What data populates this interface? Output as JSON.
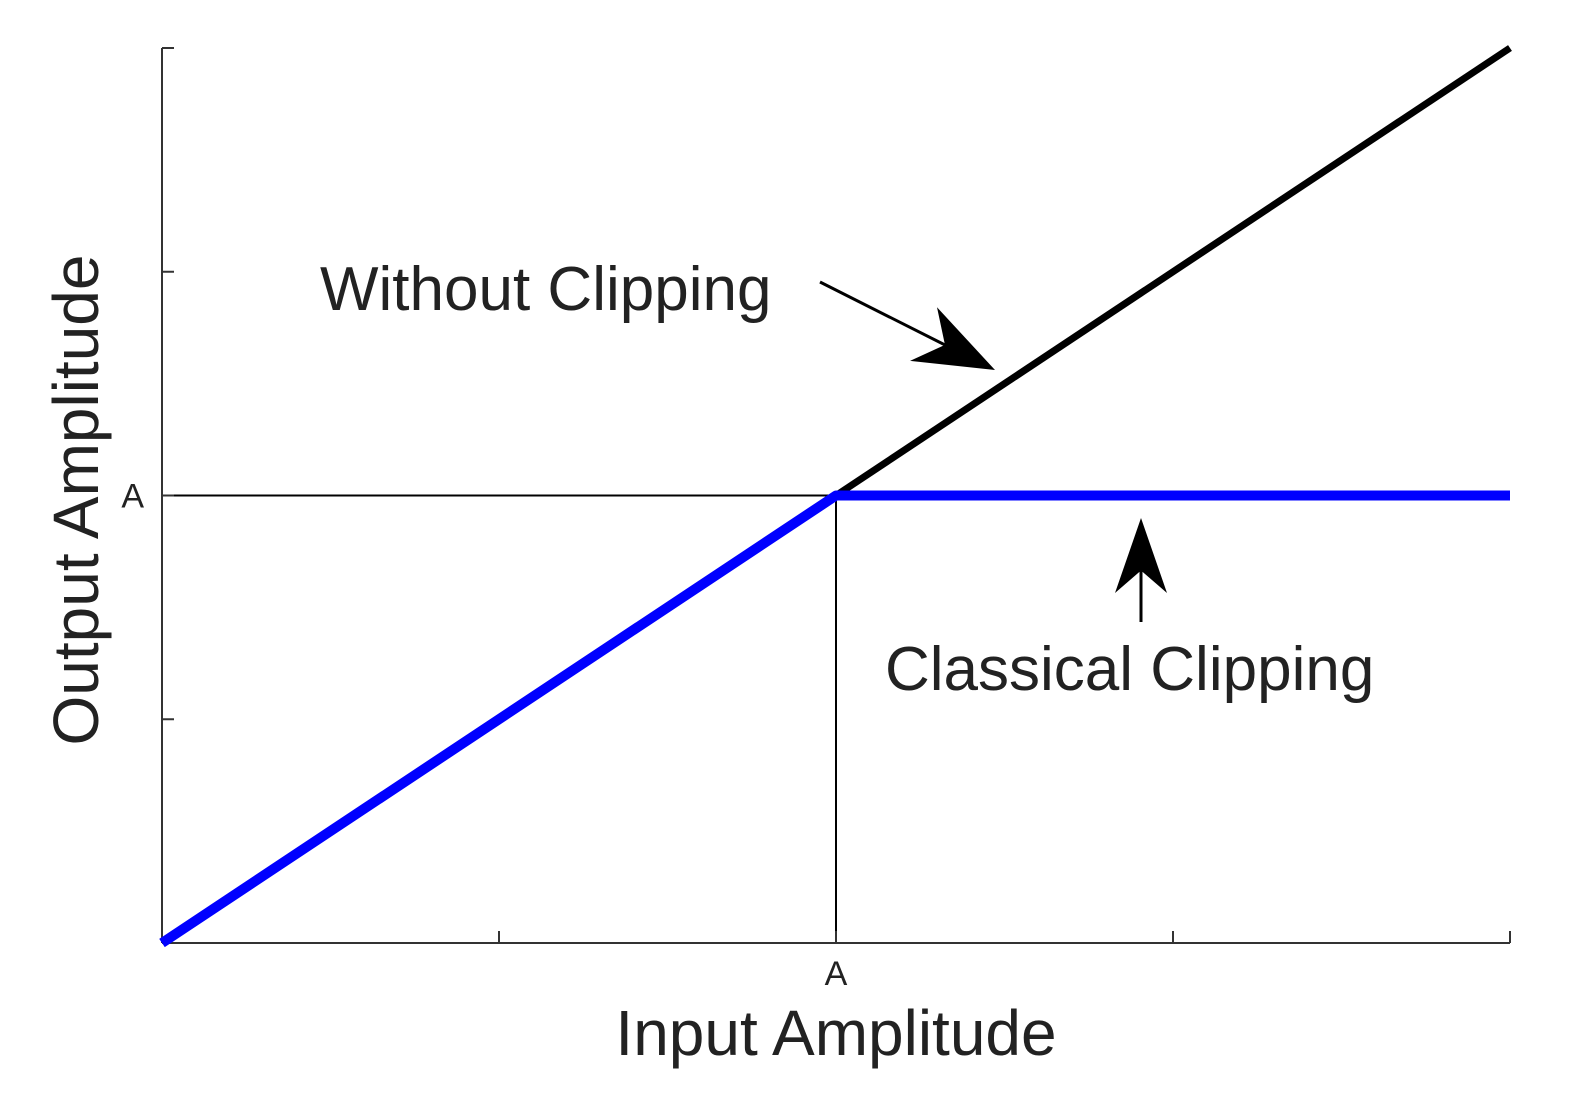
{
  "chart_data": {
    "type": "line",
    "xlabel": "Input Amplitude",
    "ylabel": "Output Amplitude",
    "x_ticks": [
      0,
      1,
      2,
      3,
      4
    ],
    "y_ticks": [
      0,
      1,
      2,
      3,
      4
    ],
    "x_tick_labels": [
      "",
      "",
      "A",
      "",
      ""
    ],
    "y_tick_labels": [
      "",
      "",
      "A",
      "",
      ""
    ],
    "xlim": [
      0,
      4
    ],
    "ylim": [
      0,
      4
    ],
    "grid": false,
    "reference_lines": [
      {
        "orientation": "horizontal",
        "value": 2,
        "from": 0,
        "to": 4
      },
      {
        "orientation": "vertical",
        "value": 2,
        "from": 0,
        "to": 2
      }
    ],
    "series": [
      {
        "color": "#000000",
        "x": [
          2,
          4
        ],
        "y": [
          2,
          4
        ]
      },
      {
        "color": "#0000ff",
        "x": [
          0,
          2,
          4
        ],
        "y": [
          0,
          2,
          2
        ]
      }
    ],
    "annotations": [
      {
        "text": "Without Clipping",
        "points_to": [
          2.5,
          2.5
        ]
      },
      {
        "text": "Classical Clipping",
        "points_to": [
          2.9,
          2
        ]
      }
    ]
  }
}
